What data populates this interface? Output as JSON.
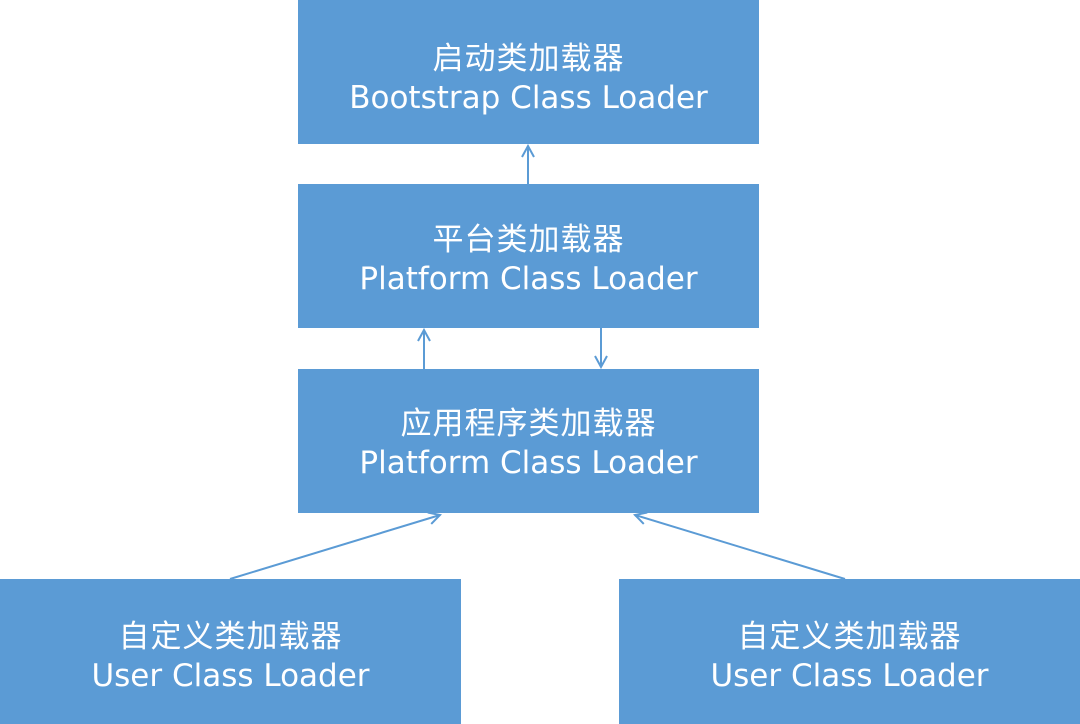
{
  "nodes": {
    "bootstrap": {
      "zh": "启动类加载器",
      "en": "Bootstrap Class Loader"
    },
    "platform": {
      "zh": "平台类加载器",
      "en": "Platform Class Loader"
    },
    "application": {
      "zh": "应用程序类加载器",
      "en": "Platform Class Loader"
    },
    "user_left": {
      "zh": "自定义类加载器",
      "en": "User Class Loader"
    },
    "user_right": {
      "zh": "自定义类加载器",
      "en": "User Class Loader"
    }
  },
  "colors": {
    "box_fill": "#5b9bd5",
    "box_text": "#ffffff",
    "arrow": "#5b9bd5"
  }
}
